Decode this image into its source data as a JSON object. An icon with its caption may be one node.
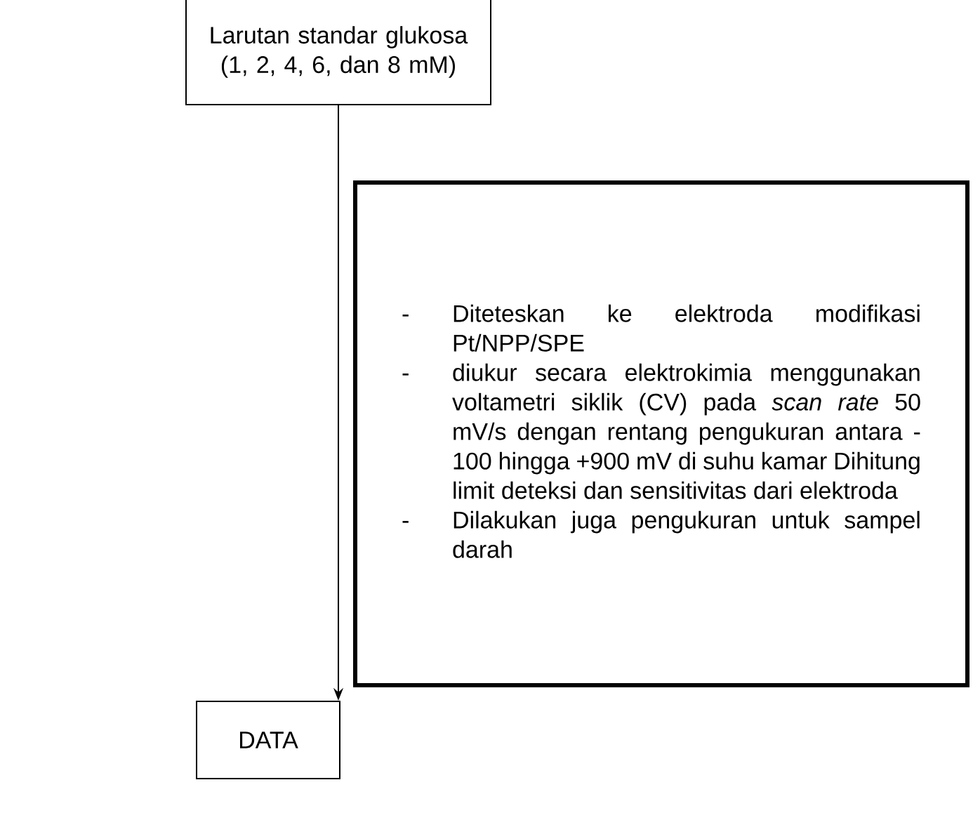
{
  "diagram": {
    "nodes": [
      {
        "text": [
          "Larutan standar glukosa (1, 2, 4, 6, dan 8 mM)"
        ]
      },
      {
        "text": [
          "-",
          "Diteteskan ke elektroda modifikasi Pt/NPP/SPE",
          "-",
          "diukur secara elektrokimia menggunakan voltametri siklik (CV) pada *scan rate* 50 mV/s dengan rentang pengukuran antara -100 hingga +900 mV di suhu kamar Dihitung limit deteksi dan sensitivitas dari elektroda",
          "-",
          "Dilakukan juga pengukuran untuk sampel darah"
        ]
      },
      {
        "text": [
          "DATA"
        ]
      }
    ],
    "edges": [
      {
        "from": 0,
        "to": 2,
        "arrow": "to"
      }
    ]
  }
}
